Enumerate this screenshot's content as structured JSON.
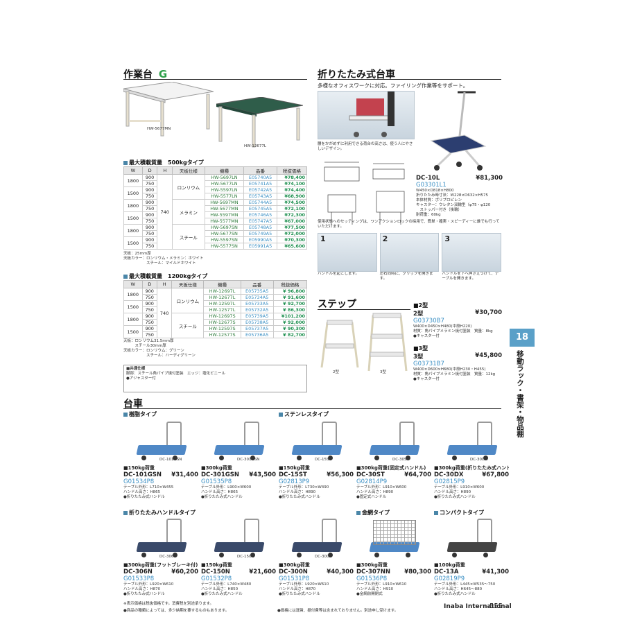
{
  "workbench": {
    "title": "作業台",
    "logo": "G",
    "img_label_1": "HW-5677MN",
    "img_label_2": "HW-12677L",
    "t500_heading": "最大積載質量　500kgタイプ",
    "t1200_heading": "最大積載質量　1200kgタイプ",
    "headers": [
      "W",
      "D",
      "H",
      "天板仕様",
      "機種",
      "品番",
      "税抜価格"
    ],
    "h_value": "740",
    "rows500": [
      {
        "w": "1800",
        "d": "900",
        "spec": "ロンリウム",
        "model": "HW-5697LN",
        "code": "E05740A5",
        "price": "¥78,400"
      },
      {
        "w": "",
        "d": "750",
        "spec": "",
        "model": "HW-5677LN",
        "code": "E05741A5",
        "price": "¥74,100"
      },
      {
        "w": "1500",
        "d": "900",
        "spec": "",
        "model": "HW-5597LN",
        "code": "E05742A5",
        "price": "¥74,400"
      },
      {
        "w": "",
        "d": "750",
        "spec": "",
        "model": "HW-5577LN",
        "code": "E05743A5",
        "price": "¥68,900"
      },
      {
        "w": "1800",
        "d": "900",
        "spec": "メラミン",
        "model": "HW-5697MN",
        "code": "E05744A5",
        "price": "¥74,500"
      },
      {
        "w": "",
        "d": "750",
        "spec": "",
        "model": "HW-5677MN",
        "code": "E05745A5",
        "price": "¥72,100"
      },
      {
        "w": "1500",
        "d": "900",
        "spec": "",
        "model": "HW-5597MN",
        "code": "E05746A5",
        "price": "¥72,300"
      },
      {
        "w": "",
        "d": "750",
        "spec": "",
        "model": "HW-5577MN",
        "code": "E05747A5",
        "price": "¥67,000"
      },
      {
        "w": "1800",
        "d": "900",
        "spec": "スチール",
        "model": "HW-5697SN",
        "code": "E05748A5",
        "price": "¥77,500"
      },
      {
        "w": "",
        "d": "750",
        "spec": "",
        "model": "HW-5677SN",
        "code": "E05749A5",
        "price": "¥72,000"
      },
      {
        "w": "1500",
        "d": "900",
        "spec": "",
        "model": "HW-5597SN",
        "code": "E05990A5",
        "price": "¥70,300"
      },
      {
        "w": "",
        "d": "750",
        "spec": "",
        "model": "HW-5577SN",
        "code": "E05991A5",
        "price": "¥65,600"
      }
    ],
    "note500": "天板：25mm厚\n天板カラー：ロンリウム・メラミン：ホワイト\n　　　　　　スチール：マイルドホワイト",
    "rows1200": [
      {
        "w": "1800",
        "d": "900",
        "spec": "ロンリウム",
        "model": "HW-12697L",
        "code": "E05735A5",
        "price": "¥ 96,800"
      },
      {
        "w": "",
        "d": "750",
        "spec": "",
        "model": "HW-12677L",
        "code": "E05734A5",
        "price": "¥ 91,600"
      },
      {
        "w": "1500",
        "d": "900",
        "spec": "",
        "model": "HW-12597L",
        "code": "E05733A5",
        "price": "¥ 92,700"
      },
      {
        "w": "",
        "d": "750",
        "spec": "",
        "model": "HW-12577L",
        "code": "E05732A5",
        "price": "¥ 86,300"
      },
      {
        "w": "1800",
        "d": "900",
        "spec": "スチール",
        "model": "HW-12697S",
        "code": "E05739A5",
        "price": "¥101,200"
      },
      {
        "w": "",
        "d": "750",
        "spec": "",
        "model": "HW-12677S",
        "code": "E05738A5",
        "price": "¥ 92,000"
      },
      {
        "w": "1500",
        "d": "900",
        "spec": "",
        "model": "HW-12597S",
        "code": "E05737A5",
        "price": "¥ 90,300"
      },
      {
        "w": "",
        "d": "750",
        "spec": "",
        "model": "HW-12577S",
        "code": "E05736A5",
        "price": "¥ 82,700"
      }
    ],
    "note1200": "天板：ロンリウム31.5mm厚\n　　　スチール30mm厚\n天板カラー：ロンリウム：グリーン\n　　　　　　スチール：ハーディグリーン",
    "common_title": "■共通仕様",
    "common_text": "脚部：スチール角パイプ焼付塗装　エッジ：塩化ビニール\n●アジャスター付"
  },
  "folding": {
    "title": "折りたたみ式台車",
    "subtitle": "多様なオフィスワークに対応。ファイリング作業等をサポート。",
    "caption": "腰をかがめずに利用できる荷台の高さは、使う人にやさしいデザイン。",
    "model": "DC-10L",
    "price": "¥81,300",
    "code": "G03301L1",
    "spec": "W450×D818×H800\n折りたたみ時寸法：W228×D632×H575\n本体材質：ポリプロピレン\nキャスター：ウレタン双輪型（φ75・φ120\n　ストッパー付き（後輪）\n耐荷重：60kg",
    "desc": "使用状態へのセッティングは、ワンアクションロックの採用で、簡単・確実・スピーディーに誰でも行っていただけます。",
    "steps": [
      {
        "n": "1",
        "text": "ハンドルを起こします。"
      },
      {
        "n": "2",
        "text": "左右同時に、グリップを開きます。"
      },
      {
        "n": "3",
        "text": "ハンドルを下へ押さえつけて、テーブルを開きます。"
      }
    ]
  },
  "step": {
    "title": "ステップ",
    "label2": "2型",
    "label3": "3型",
    "t2_head": "■2型",
    "t2_model": "2型",
    "t2_price": "¥30,700",
    "t2_code": "G03730B7",
    "t2_spec": "W400×D450×H480(中段H220)\n材質：角パイプメラミン焼付塗装　質量：8kg\n●キャスター付",
    "t3_head": "■3型",
    "t3_model": "3型",
    "t3_price": "¥45,800",
    "t3_code": "G03731B7",
    "t3_spec": "W400×D600×H680(中段H230・H455)\n材質：角パイプメラミン焼付塗装　質量：12kg\n●キャスター付"
  },
  "side": {
    "number": "18",
    "text": "移動ラック・書架・物品棚"
  },
  "daisha": {
    "title": "台車",
    "resin": "樹脂タイプ",
    "stainless": "ステンレスタイプ",
    "folding_handle": "折りたたみハンドルタイプ",
    "wire": "金網タイプ",
    "compact": "コンパクトタイプ",
    "row1": [
      {
        "img": "DC-101GSN",
        "load": "■150kg荷重",
        "model": "DC-101GSN",
        "price": "¥31,400",
        "code": "G01534P8",
        "spec": "テーブル外形：L710×W455\nハンドル高さ：H865\n●折りたたみ式ハンドル"
      },
      {
        "img": "DC-301GSN",
        "load": "■300kg荷重",
        "model": "DC-301GSN",
        "price": "¥43,500",
        "code": "G01535P8",
        "spec": "テーブル外形：L900×W600\nハンドル高さ：H865\n●折りたたみ式ハンドル"
      },
      {
        "img": "DC-15ST",
        "load": "■150kg荷重",
        "model": "DC-15ST",
        "price": "¥56,300",
        "code": "G02813P9",
        "spec": "テーブル外形：L730×W490\nハンドル高さ：H890\n●折りたたみ式ハンドル"
      },
      {
        "img": "DC-30ST",
        "load": "■300kg荷重(固定式ハンドル)",
        "model": "DC-30ST",
        "price": "¥64,700",
        "code": "G02814P9",
        "spec": "テーブル外形：L910×W600\nハンドル高さ：H890\n●固定式ハンドル"
      },
      {
        "img": "DC-30DX",
        "load": "■300kg荷重(折りたたみ式ハンドル)",
        "model": "DC-30DX",
        "price": "¥67,800",
        "code": "G02815P9",
        "spec": "テーブル外形：L910×W600\nハンドル高さ：H890\n●折りたたみ式ハンドル"
      }
    ],
    "row2": [
      {
        "img": "DC-306N",
        "load": "■300kg荷重(フットブレーキ付)",
        "model": "DC-306N",
        "price": "¥60,200",
        "code": "G01533P8",
        "spec": "テーブル外形：L920×W610\nハンドル高さ：H870\n●折りたたみ式ハンドル"
      },
      {
        "img": "DC-150N",
        "load": "■150kg荷重",
        "model": "DC-150N",
        "price": "¥21,600",
        "code": "G01532P8",
        "spec": "テーブル外形：L740×W480\nハンドル高さ：H850\n●折りたたみ式ハンドル"
      },
      {
        "img": "DC-300N",
        "load": "■300kg荷重",
        "model": "DC-300N",
        "price": "¥40,300",
        "code": "G01531P8",
        "spec": "テーブル外形：L920×W610\nハンドル高さ：H870\n●折りたたみ式ハンドル"
      },
      {
        "img": "",
        "load": "■300kg荷重",
        "model": "DC-307NN",
        "price": "¥80,300",
        "code": "G01536P8",
        "spec": "テーブル外形：L910×W610\nハンドル高さ：H910\n●金網前開閉式"
      },
      {
        "img": "",
        "load": "■100kg荷重",
        "model": "DC-13A",
        "price": "¥41,300",
        "code": "G02819P9",
        "spec": "テーブル外形：L445×W535～750\nハンドル高さ：H645～880\n●折りたたみ式ハンドル"
      }
    ]
  },
  "footer": {
    "note1": "※表示価格は税抜価格です。消費税を別途承ります。",
    "note2": "●商品の種類によっては、多少納期を要するものもあります。",
    "note3": "●価格には運賃、据付費等は含まれておりません。別途申し受けます。",
    "brand": "Inaba International",
    "page": "555"
  }
}
